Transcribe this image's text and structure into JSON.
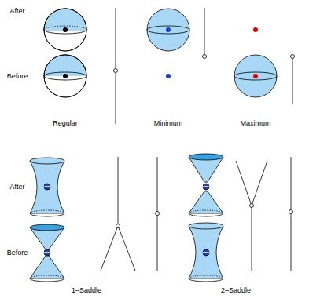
{
  "diagram": {
    "labels": [
      "After",
      "Before",
      "Regular",
      "Minimum",
      "Maximum",
      "After",
      "Before",
      "1–Saddle",
      "2–Saddle"
    ]
  }
}
